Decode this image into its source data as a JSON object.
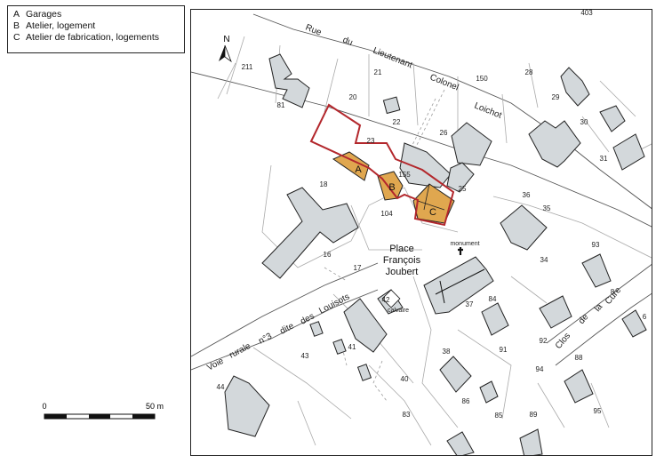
{
  "legend": {
    "items": [
      {
        "key": "A",
        "label": "Garages"
      },
      {
        "key": "B",
        "label": "Atelier, logement"
      },
      {
        "key": "C",
        "label": "Atelier de fabrication, logements"
      }
    ]
  },
  "scale": {
    "start": "0",
    "end": "50 m"
  },
  "north": "N",
  "streets": {
    "rue_words": [
      "Rue",
      "du",
      "Lieutenant",
      "Colonel",
      "Loichot"
    ],
    "voie_words": [
      "Voie",
      "rurale",
      "n°3",
      "dite",
      "des",
      "Louisots"
    ],
    "clos_words": [
      "Clos",
      "de",
      "la",
      "Cure"
    ]
  },
  "place": [
    "Place",
    "François",
    "Joubert"
  ],
  "buildings": {
    "a": "A",
    "b": "B",
    "c": "C"
  },
  "annotations": {
    "monument": "monument",
    "calvaire": "calvaire"
  },
  "parcels": [
    "403",
    "211",
    "81",
    "21",
    "20",
    "22",
    "150",
    "28",
    "29",
    "30",
    "31",
    "23",
    "26",
    "155",
    "25",
    "18",
    "104",
    "36",
    "35",
    "93",
    "16",
    "17",
    "34",
    "42",
    "37",
    "84",
    "41",
    "43",
    "38",
    "91",
    "92",
    "94",
    "88",
    "40",
    "86",
    "44",
    "83",
    "85",
    "89",
    "95",
    "8",
    "6"
  ]
}
